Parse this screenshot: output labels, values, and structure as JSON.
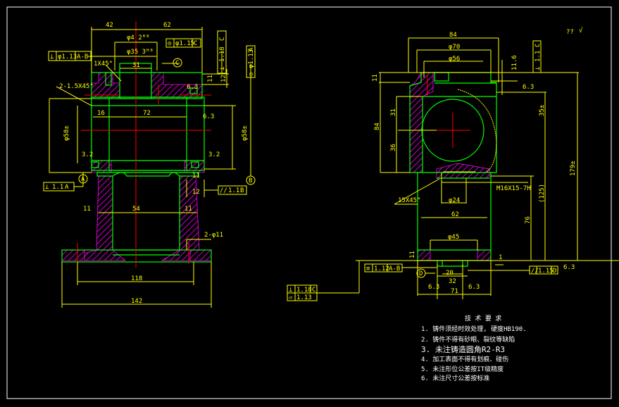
{
  "colors": {
    "background": "#000000",
    "outline": "#00ff00",
    "dimension": "#ffff00",
    "centerline": "#ff0000",
    "hatch": "#ff00ff",
    "notes": "#ffffff"
  },
  "left_view": {
    "dims": {
      "d42": "42",
      "d62": "62",
      "phi4": "φ4 2ᴴ⁸",
      "phi35": "φ35 3ᴴ⁸",
      "d31": "31",
      "d1x45": "1X45°",
      "d2_15x45": "2-1.5X45°",
      "d16": "16",
      "d72": "72",
      "phi58a": "φ58±",
      "phi58b": "φ58±",
      "d11a": "11",
      "d12a": "12",
      "d54": "54",
      "d11b": "11",
      "d11c": "11",
      "d118": "118",
      "d142": "142",
      "d12b": "12",
      "d11d": "11",
      "d2phi11": "2-φ11",
      "d32a": "3.2",
      "d32b": "3.2",
      "d63a": "6.3",
      "d63b": "6.3"
    },
    "gdt": {
      "perp_val": "φ1.13",
      "perp_ref": "A-B",
      "pos_val": "φ1.15",
      "pos_ref": "C",
      "perp2_val": "1.18",
      "perp2_ref": "C",
      "conc_val": "φ1.13",
      "conc_ref": "A",
      "perp3_val": "1.1",
      "perp3_ref": "A",
      "par_val": "1.1",
      "par_ref": "B"
    },
    "datums": {
      "a": "A",
      "b": "B",
      "c": "C"
    }
  },
  "right_view": {
    "dims": {
      "d84": "84",
      "phi70": "φ70",
      "phi56": "φ56",
      "d11": "11",
      "d116": "11.6",
      "d358": "35±",
      "d31": "31",
      "d84v": "84",
      "d36": "36",
      "d179": "179±",
      "m16": "M16X15-7H",
      "phi24": "φ24",
      "d15x45": "15X45°",
      "d62": "62",
      "d125": "(125)",
      "d76": "76",
      "phi45": "φ45",
      "d11b": "11",
      "d1": "1",
      "d20": "20",
      "d32": "32",
      "d71": "71",
      "d63": "6.3",
      "d63b": "6.3",
      "d63c": "6.3",
      "d63d": "6.3"
    },
    "gdt": {
      "sym_val": "1.12",
      "sym_ref": "A-B",
      "par_val": "1.15",
      "par_ref": "D",
      "perp_val": "1.18",
      "perp_ref": "C",
      "flat_val": "1.13",
      "perp2_val": "1.1",
      "perp2_ref": "C"
    },
    "datums": {
      "d": "D"
    },
    "roughness_other": "??"
  },
  "notes": {
    "title": "技 术 要 求",
    "items": [
      "1. 铸件须经时效处理, 硬度HB190.",
      "2. 铸件不得有砂眼、裂纹等缺陷",
      "3. 未注铸造圆角R2-R3",
      "4. 加工表面不得有划痕、碰伤",
      "5. 未注形位公差按IT级精度",
      "6. 未注尺寸公差按标准"
    ]
  }
}
